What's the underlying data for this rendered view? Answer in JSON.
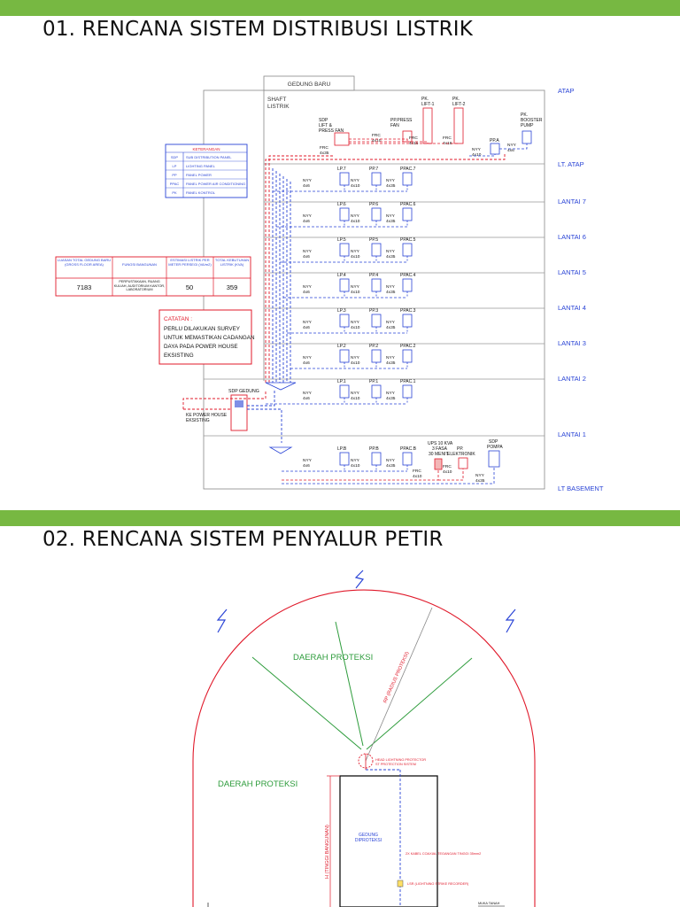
{
  "section1": {
    "title": "01. RENCANA SISTEM DISTRIBUSI LISTRIK",
    "building": "GEDUNG BARU",
    "shaft": [
      "SHAFT",
      "LISTRIK"
    ],
    "floors": [
      "ATAP",
      "LT. ATAP",
      "LANTAI 7",
      "LANTAI 6",
      "LANTAI 5",
      "LANTAI 4",
      "LANTAI 3",
      "LANTAI 2",
      "LANTAI 1",
      "LT BASEMENT"
    ],
    "legend": {
      "title": "KETERANGAN",
      "rows": [
        {
          "code": "SDP",
          "desc": "SUB DISTRIBUTION PANEL"
        },
        {
          "code": "LP",
          "desc": "LIGHTING PANEL"
        },
        {
          "code": "PP",
          "desc": "PANEL POWER"
        },
        {
          "code": "PPAC",
          "desc": "PANEL POWER AIR CONDITIONING"
        },
        {
          "code": "PK",
          "desc": "PANEL KONTROL"
        }
      ]
    },
    "data_table": {
      "headers": [
        "LUASAN TOTAL GEDUNG BARU (GROSS FLOOR AREA)",
        "FUNGSI BANGUNAN",
        "ESTIMASI LISTRIK PER METER PERSEGI (VA/m2)",
        "TOTAL KEBUTUHAN LISTRIK (KVA)"
      ],
      "values": [
        "7183",
        "PERPUSTAKAAN, RUANG KULIAH, AUDITORIUM KANTOR, LABORATORIUM",
        "50",
        "359"
      ]
    },
    "note": {
      "title": "CATATAN :",
      "lines": [
        "PERLU DILAKUKAN SURVEY",
        "UNTUK MEMASTIKAN CADANGAN",
        "DAYA PADA POWER HOUSE",
        "EKSISTING"
      ]
    },
    "roof": {
      "sdp": [
        "SDP",
        "LIFT &",
        "PRESS FAN"
      ],
      "frc_main": [
        "FRC",
        "4x35"
      ],
      "pp_press": [
        "PP.PRESS",
        "FAN"
      ],
      "frc_press": [
        "FRC",
        "4x10"
      ],
      "pk_lift1": [
        "PK.",
        "LIFT-1"
      ],
      "frc_lift1": [
        "FRC",
        "4x16"
      ],
      "pk_lift2": [
        "PK.",
        "LIFT-2"
      ],
      "frc_lift2": [
        "FRC",
        "4x16"
      ],
      "ppa": "PP.A",
      "nyy_ppa": [
        "NYY",
        "4x10"
      ],
      "pk_booster": [
        "PK.",
        "BOOSTER",
        "PUMP"
      ],
      "nyy_booster": [
        "NYY",
        "4x6"
      ]
    },
    "floor_panels": [
      {
        "lp": "LP.7",
        "pp": "PP.7",
        "ppac": "PPAC.7"
      },
      {
        "lp": "LP.6",
        "pp": "PP.6",
        "ppac": "PPAC.6"
      },
      {
        "lp": "LP.5",
        "pp": "PP.5",
        "ppac": "PPAC.5"
      },
      {
        "lp": "LP.4",
        "pp": "PP.4",
        "ppac": "PPAC.4"
      },
      {
        "lp": "LP.3",
        "pp": "PP.3",
        "ppac": "PPAC.3"
      },
      {
        "lp": "LP.2",
        "pp": "PP.2",
        "ppac": "PPAC.2"
      },
      {
        "lp": "LP.1",
        "pp": "PP.1",
        "ppac": "PPAC.1"
      },
      {
        "lp": "LP.B",
        "pp": "PP.B",
        "ppac": "PPAC.B"
      }
    ],
    "cables": {
      "lp": [
        "NYY",
        "4x6"
      ],
      "pp": [
        "NYY",
        "4x10"
      ],
      "ppac": [
        "NYY",
        "4x35"
      ]
    },
    "sdp_gedung": "SDP GEDUNG",
    "power_house": [
      "KE POWER HOUSE",
      "EKSISTING"
    ],
    "basement": {
      "ups": [
        "UPS 10 KVA",
        "3 FASA",
        "30 MENIT"
      ],
      "pp_elektronik": [
        "PP.",
        "ELEKTRONIK"
      ],
      "frc_ups": [
        "FRC",
        "4x10"
      ],
      "frc_pp": [
        "FRC",
        "4x10"
      ],
      "sdp_pompa": [
        "SDP",
        "POMPA"
      ],
      "nyy_pompa": [
        "NYY",
        "4x35"
      ]
    }
  },
  "section2": {
    "title": "02. RENCANA SISTEM PENYALUR PETIR",
    "zone_top": "DAERAH PROTEKSI",
    "zone_left": "DAERAH PROTEKSI",
    "radius": "RP (RADIUS PROTEKSI)",
    "protector": [
      "HEAD LIGHTNING PROTECTOR",
      "ST PROTECTION SISTEM"
    ],
    "building": [
      "GEDUNG",
      "DIPROTEKSI"
    ],
    "height": "H (TINGGI BANGUNAN)",
    "cable": "2X KABEL COAXIAL TEGANGAN TINGGI 35mm2",
    "lsr": "LSR (LIGHTNING STRIKE RECORDER)",
    "ground": "MUKA TANAH"
  },
  "colors": {
    "bar": "#77b842",
    "red": "#e0192a",
    "blue": "#2a44d6",
    "green": "#2e9c3c"
  }
}
